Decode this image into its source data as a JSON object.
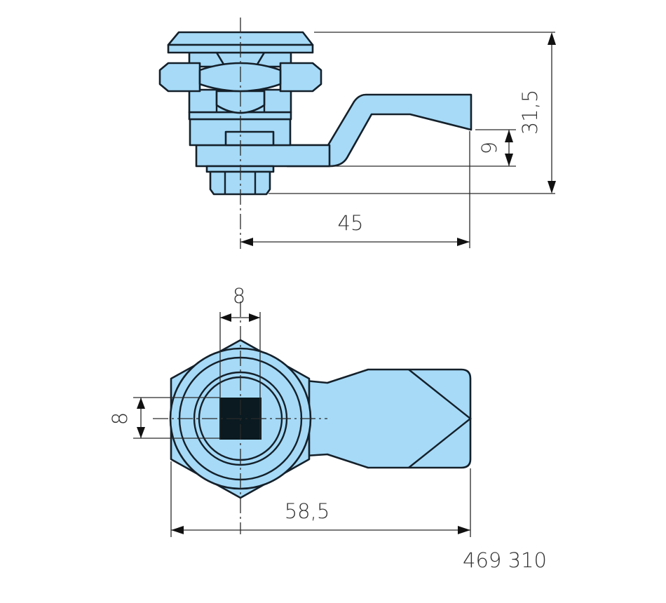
{
  "drawing": {
    "side_view": {
      "dim_height": "31,5",
      "dim_lever_offset": "9",
      "dim_length": "45"
    },
    "top_view": {
      "dim_square_width": "8",
      "dim_square_height": "8",
      "dim_total_length": "58,5"
    },
    "part_number": "469 310",
    "colors": {
      "fill": "#a6daf7",
      "stroke": "#14202a",
      "square": "#0a1a20"
    }
  }
}
